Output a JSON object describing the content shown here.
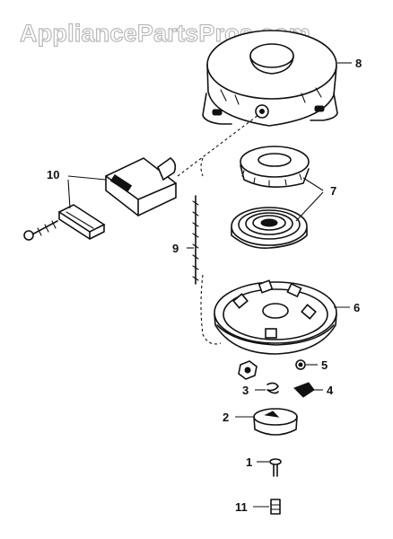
{
  "watermark": "AppliancePartsPros.com",
  "callouts": {
    "part1": "1",
    "part2": "2",
    "part3": "3",
    "part4": "4",
    "part5": "5",
    "part6": "6",
    "part7": "7",
    "part8": "8",
    "part9": "9",
    "part10": "10",
    "part11": "11"
  }
}
